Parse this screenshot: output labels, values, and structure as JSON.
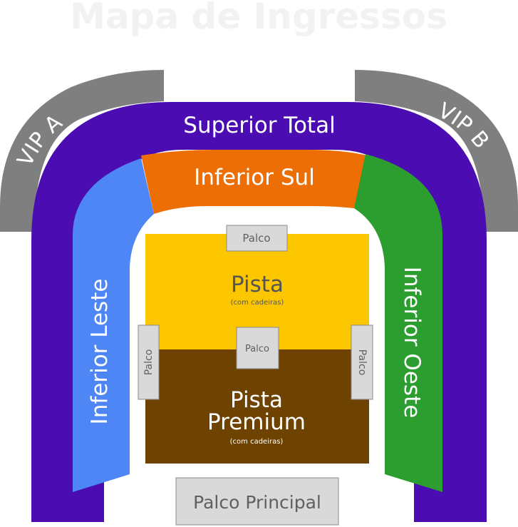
{
  "title": "Mapa de Ingressos",
  "sections": {
    "vip_a": {
      "label": "VIP A",
      "color": "#7f7f7f"
    },
    "vip_b": {
      "label": "VIP B",
      "color": "#7f7f7f"
    },
    "superior_total": {
      "label": "Superior Total",
      "color": "#4b0db2"
    },
    "inferior_sul": {
      "label": "Inferior Sul",
      "color": "#ec6e05"
    },
    "inferior_leste": {
      "label": "Inferior Leste",
      "color": "#4e86f6"
    },
    "inferior_oeste": {
      "label": "Inferior Oeste",
      "color": "#2c9e2f"
    },
    "pista": {
      "label": "Pista",
      "sublabel": "(com cadeiras)",
      "color": "#fdc700"
    },
    "pista_premium": {
      "label_line1": "Pista",
      "label_line2": "Premium",
      "sublabel": "(com cadeiras)",
      "color": "#6e4201"
    }
  },
  "stages": {
    "palco_top": "Palco",
    "palco_center": "Palco",
    "palco_left": "Palco",
    "palco_right": "Palco",
    "palco_principal": "Palco Principal"
  },
  "colors": {
    "stage_fill": "#d9d9d9",
    "stage_stroke": "#8c8c8c",
    "title": "#f2f2f2"
  }
}
